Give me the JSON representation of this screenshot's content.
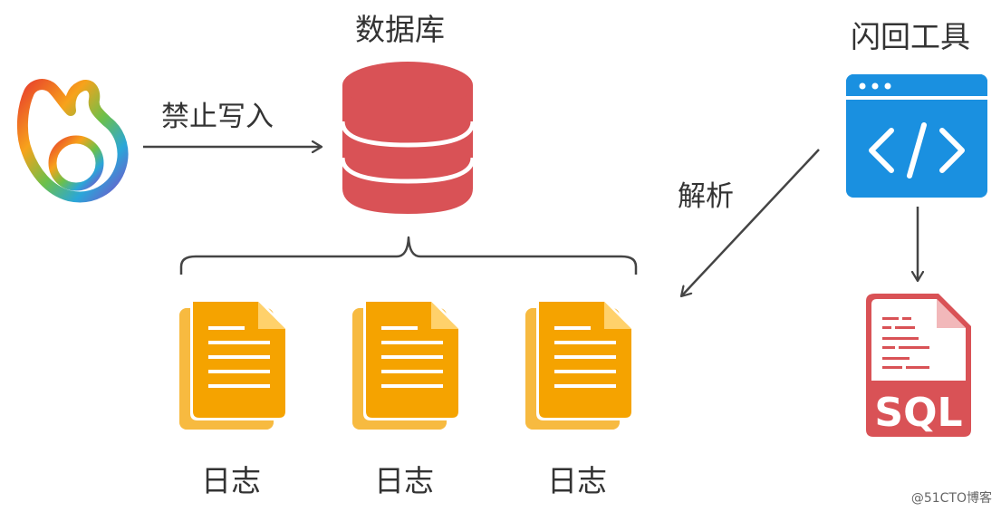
{
  "labels": {
    "database": "数据库",
    "write_block": "禁止写入",
    "flashback_tool": "闪回工具",
    "parse": "解析",
    "log": "日志"
  },
  "sql_badge": "SQL",
  "watermark": "@51CTO博客",
  "icons": {
    "client": "navicat-logo-icon",
    "database": "database-icon",
    "log_file": "document-stack-icon",
    "tool": "code-window-icon",
    "sql_file": "sql-file-icon"
  },
  "colors": {
    "database": "#d95256",
    "log_file": "#f5a300",
    "tool": "#1a90e0",
    "sql_file": "#d95256",
    "arrow": "#444444"
  }
}
